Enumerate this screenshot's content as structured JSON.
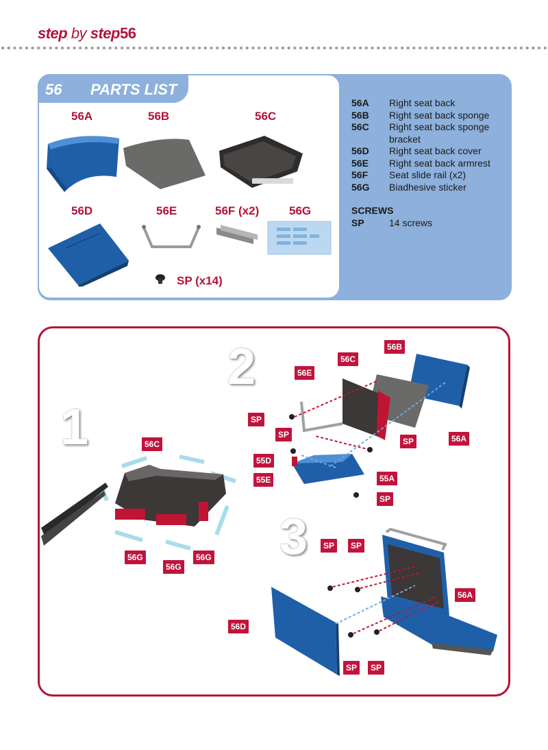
{
  "header": {
    "step": "step",
    "by": "by",
    "step2": "step",
    "number": "56"
  },
  "parts_panel": {
    "number": "56",
    "title": "PARTS LIST",
    "thumb_labels": {
      "a": "56A",
      "b": "56B",
      "c": "56C",
      "d": "56D",
      "e": "56E",
      "f": "56F (x2)",
      "g": "56G",
      "sp": "SP (x14)"
    },
    "items": [
      {
        "code": "56A",
        "desc": "Right seat back"
      },
      {
        "code": "56B",
        "desc": "Right seat back sponge"
      },
      {
        "code": "56C",
        "desc": "Right seat back sponge bracket"
      },
      {
        "code": "56D",
        "desc": "Right seat back cover"
      },
      {
        "code": "56E",
        "desc": "Right seat back armrest"
      },
      {
        "code": "56F",
        "desc": "Seat slide rail (x2)"
      },
      {
        "code": "56G",
        "desc": "Biadhesive sticker"
      }
    ],
    "screws_heading": "SCREWS",
    "screws": [
      {
        "code": "SP",
        "desc": "14 screws"
      }
    ]
  },
  "steps": {
    "step1": {
      "number": "1",
      "labels": {
        "c": "56C",
        "g1": "56G",
        "g2": "56G",
        "g3": "56G"
      }
    },
    "step2": {
      "number": "2",
      "labels": {
        "b": "56B",
        "c": "56C",
        "e": "56E",
        "a": "56A",
        "sp1": "SP",
        "sp2": "SP",
        "sp3": "SP",
        "sp4": "SP",
        "d55": "55D",
        "e55": "55E",
        "a55": "55A"
      }
    },
    "step3": {
      "number": "3",
      "labels": {
        "sp1": "SP",
        "sp2": "SP",
        "a": "56A",
        "d": "56D",
        "sp3": "SP",
        "sp4": "SP"
      }
    }
  },
  "colors": {
    "accent": "#b3123a",
    "panel": "#8db0dc",
    "seat_blue": "#1f5fa8",
    "label_red": "#c0143c"
  }
}
